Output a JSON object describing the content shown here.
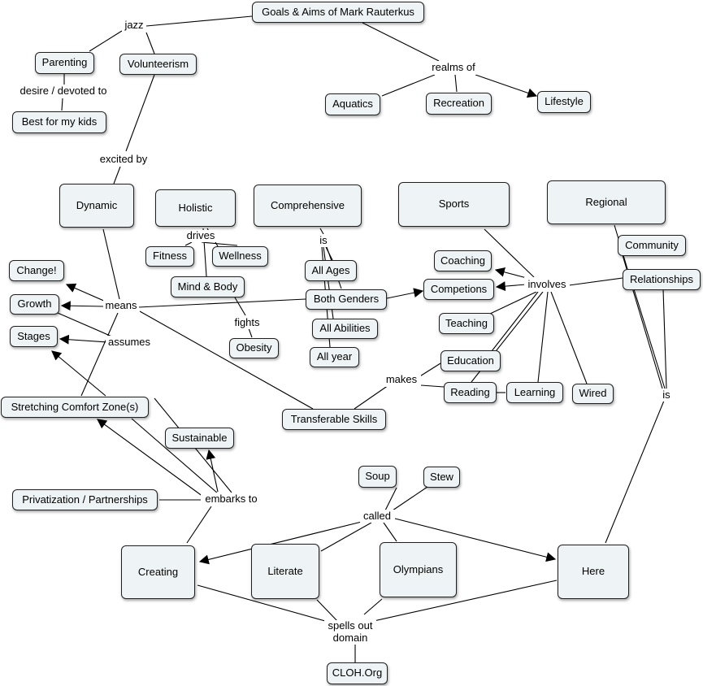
{
  "concepts": {
    "goals": "Goals & Aims of Mark Rauterkus",
    "parenting": "Parenting",
    "volunteerism": "Volunteerism",
    "best_for_kids": "Best for my kids",
    "aquatics": "Aquatics",
    "recreation": "Recreation",
    "lifestyle": "Lifestyle",
    "dynamic": "Dynamic",
    "holistic": "Holistic",
    "comprehensive": "Comprehensive",
    "sports": "Sports",
    "regional": "Regional",
    "fitness": "Fitness",
    "wellness": "Wellness",
    "mind_body": "Mind & Body",
    "obesity": "Obesity",
    "all_ages": "All Ages",
    "both_genders": "Both Genders",
    "all_abilities": "All Abilities",
    "all_year": "All year",
    "change": "Change!",
    "growth": "Growth",
    "stages": "Stages",
    "coaching": "Coaching",
    "competions": "Competions",
    "teaching": "Teaching",
    "education": "Education",
    "reading": "Reading",
    "learning": "Learning",
    "wired": "Wired",
    "community": "Community",
    "relationships": "Relationships",
    "stretching": "Stretching Comfort Zone(s)",
    "transferable": "Transferable Skills",
    "sustainable": "Sustainable",
    "privatization": "Privatization / Partnerships",
    "soup": "Soup",
    "stew": "Stew",
    "creating": "Creating",
    "literate": "Literate",
    "olympians": "Olympians",
    "here": "Here",
    "cloh": "CLOH.Org"
  },
  "links": {
    "jazz": "jazz",
    "realms_of": "realms of",
    "desire_devoted": "desire / devoted to",
    "excited_by": "excited by",
    "drives": "drives",
    "is_comprehensive": "is",
    "fights": "fights",
    "means": "means",
    "assumes": "assumes",
    "involves": "involves",
    "makes": "makes",
    "is_regional": "is",
    "embarks_to": "embarks to",
    "called": "called",
    "spells_out": "spells out domain"
  }
}
